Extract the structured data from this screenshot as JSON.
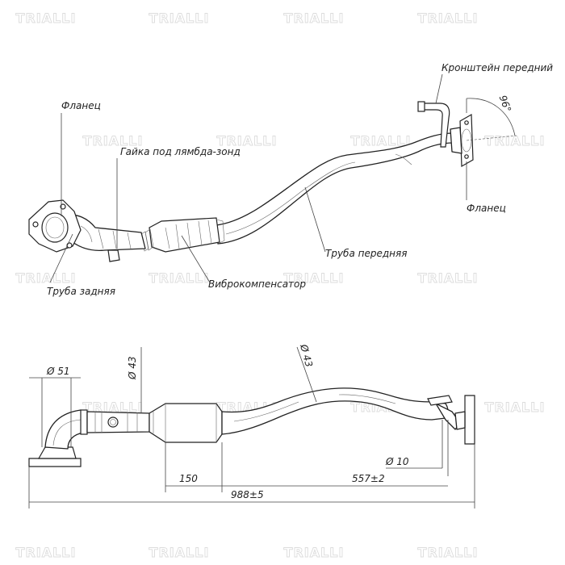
{
  "watermark": {
    "brand": "TRIALLI"
  },
  "labels": {
    "bracket_front": "Кронштейн передний",
    "flange_front": "Фланец",
    "flange_rear": "Фланец",
    "lambda_nut": "Гайка под лямбда-зонд",
    "front_pipe": "Труба передняя",
    "rear_pipe": "Труба задняя",
    "vibro": "Виброкомпенсатор"
  },
  "dimensions": {
    "angle": "96°",
    "dia_51": "Ø 51",
    "dia_43_left": "Ø 43",
    "dia_43_right": "Ø 43",
    "dia_10": "Ø 10",
    "len_150": "150",
    "len_557": "557±2",
    "len_988": "988±5"
  }
}
